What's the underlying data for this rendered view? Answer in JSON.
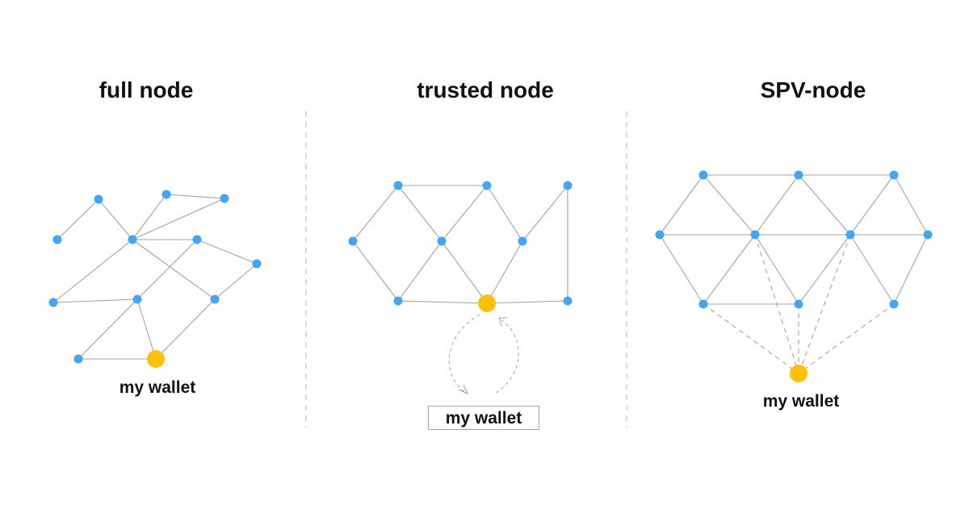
{
  "titles": {
    "full": "full node",
    "trusted": "trusted node",
    "spv": "SPV-node"
  },
  "wallet_label": "my wallet",
  "colors": {
    "node": "#42a5f5",
    "wallet": "#ffc107",
    "edge": "#a3a3a3",
    "divider": "#b5b5b5",
    "text": "#111111"
  },
  "icons": {
    "node": "blue-dot",
    "wallet": "yellow-dot",
    "relay_arrows": "dashed-curved-arrows"
  }
}
